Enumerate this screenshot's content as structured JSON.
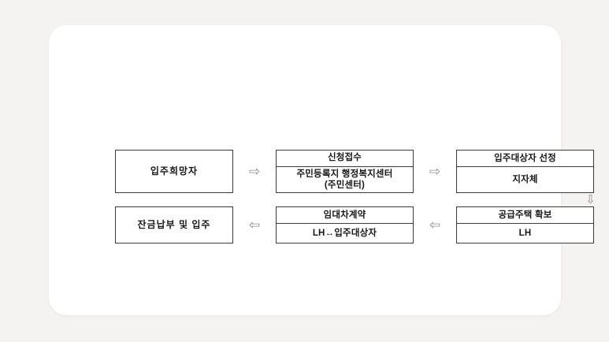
{
  "card": {
    "background_color": "#ffffff",
    "page_background_color": "#f4f3f1"
  },
  "diagram": {
    "title": "",
    "type": "process-flowchart",
    "border_color": "#3b3b3b",
    "arrow_color": "#8f8f8f",
    "nodes": {
      "applicant": {
        "body": "입주희망자"
      },
      "application_receipt": {
        "head": "신청접수",
        "body_line1": "주민등록지 행정복지센터",
        "body_line2": "(주민센터)"
      },
      "tenant_selection": {
        "head": "입주대상자 선정",
        "body": "지자체"
      },
      "housing_procurement": {
        "head": "공급주택 확보",
        "body": "LH"
      },
      "lease_contract": {
        "head": "임대차계약",
        "body": "LH↔입주대상자"
      },
      "balance_payment": {
        "body": "잔금납부 및 입주"
      }
    },
    "arrows": {
      "right_1": "⇨",
      "right_2": "⇨",
      "down_1": "⇩",
      "left_1": "⇦",
      "left_2": "⇦"
    }
  }
}
